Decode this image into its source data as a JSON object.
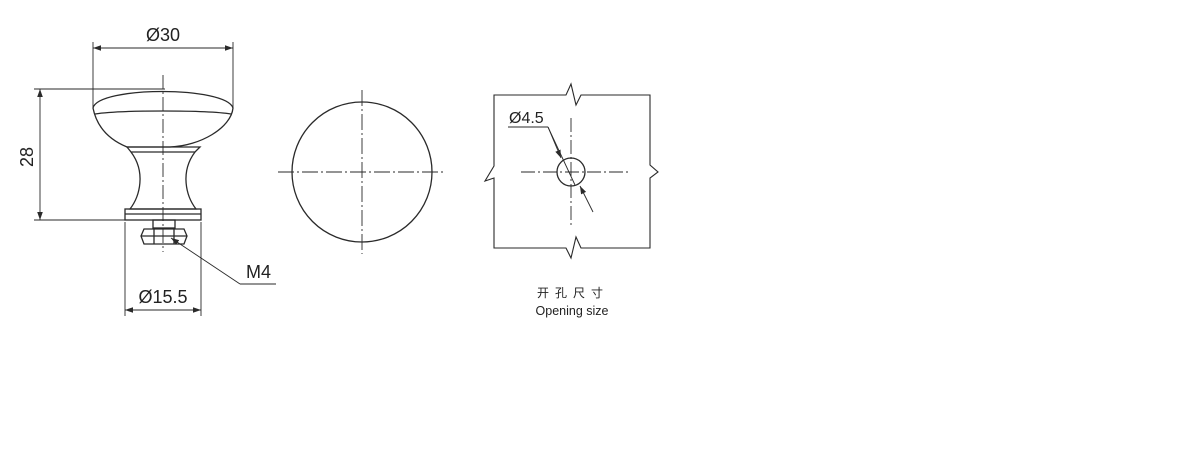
{
  "side_view": {
    "diameter_label": "Ø30",
    "height_label": "28",
    "thread_label": "M4",
    "base_diameter_label": "Ø15.5"
  },
  "opening": {
    "hole_label": "Ø4.5",
    "caption_cn": "开孔尺寸",
    "caption_en": "Opening size"
  },
  "colors": {
    "line": "#2a2a2a",
    "background": "#ffffff"
  }
}
